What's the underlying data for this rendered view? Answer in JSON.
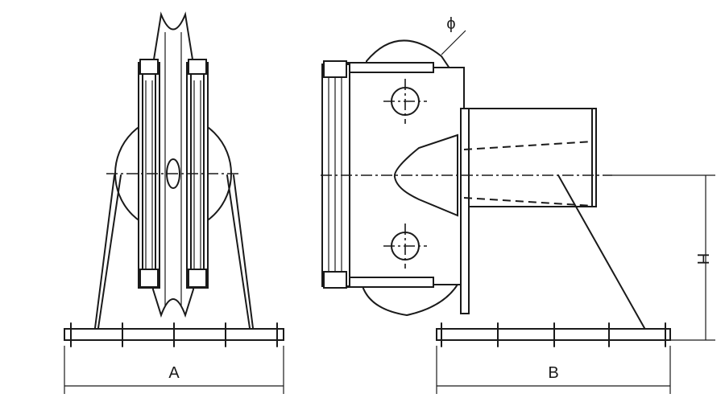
{
  "labels": {
    "dim_a": "A",
    "dim_b": "B",
    "dim_h": "H",
    "phi": "ϕ"
  },
  "colors": {
    "line": "#1a1a1a",
    "background": "#ffffff"
  }
}
